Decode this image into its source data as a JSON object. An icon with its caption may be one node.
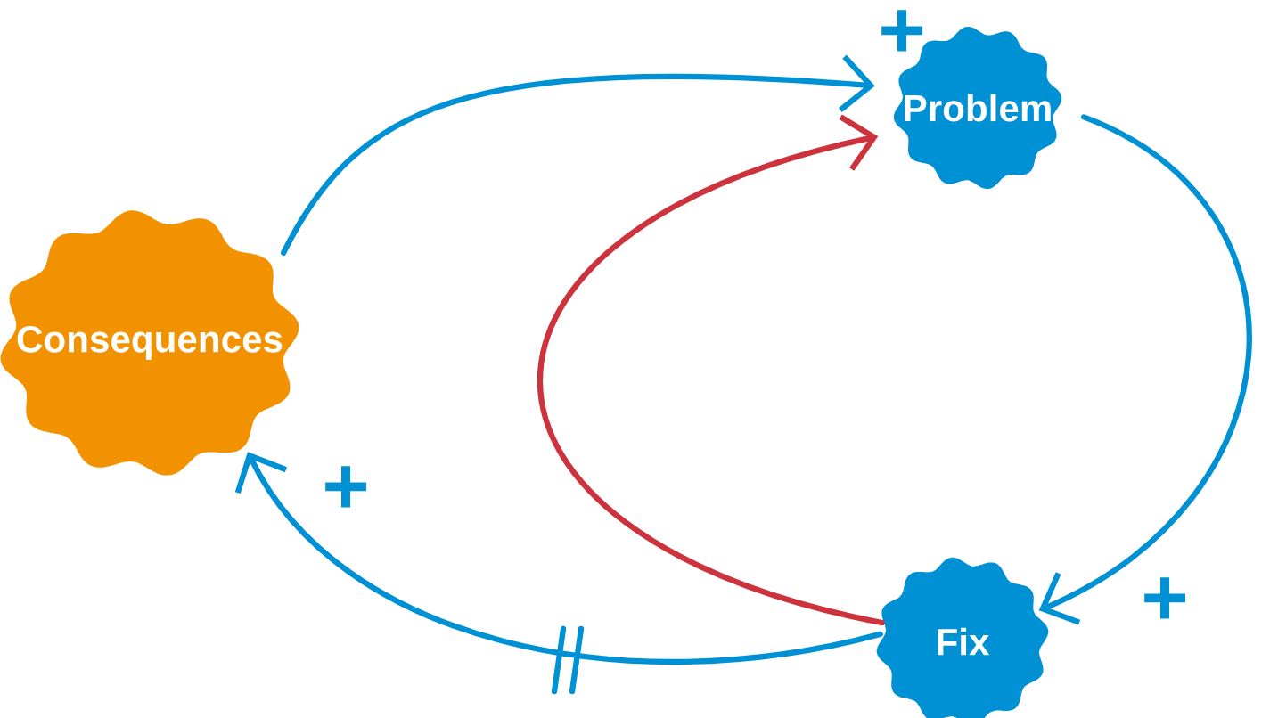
{
  "diagram": {
    "nodes": [
      {
        "text": [
          "Consequences"
        ]
      },
      {
        "text": [
          "Problem"
        ]
      },
      {
        "text": [
          "Fix"
        ]
      }
    ],
    "edges": [
      {
        "from": 0,
        "to": 1,
        "arrow": "to",
        "label": "+"
      },
      {
        "from": 1,
        "to": 2,
        "arrow": "to",
        "label": "+"
      },
      {
        "from": 2,
        "to": 1,
        "arrow": "to",
        "color": "#cc333d"
      },
      {
        "from": 2,
        "to": 0,
        "arrow": "to",
        "label": "+"
      }
    ]
  }
}
